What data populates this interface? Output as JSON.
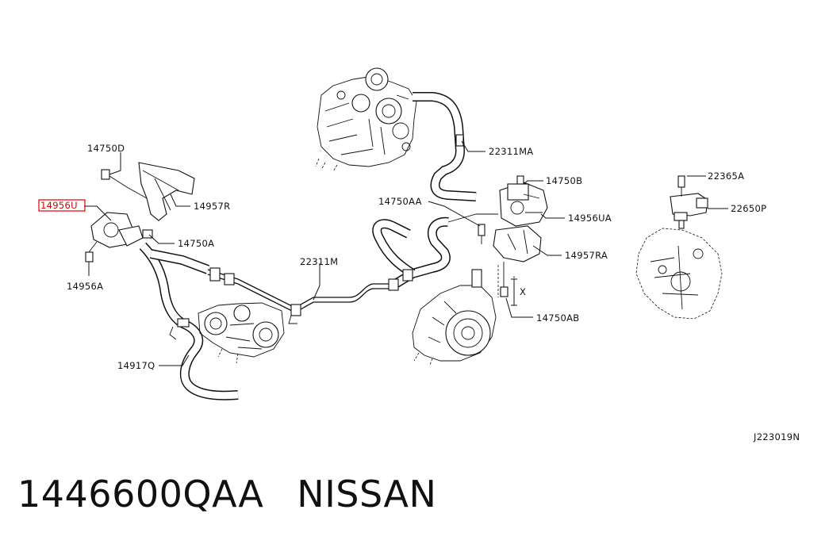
{
  "diagram": {
    "callouts": {
      "c14750D": "14750D",
      "c14956U": "14956U",
      "c14957R": "14957R",
      "c14750A": "14750A",
      "c14956A": "14956A",
      "c14917Q": "14917Q",
      "c22311M": "22311M",
      "c22311MA": "22311MA",
      "c14750AA": "14750AA",
      "c14750B": "14750B",
      "c14956UA": "14956UA",
      "c14957RA": "14957RA",
      "c14750AB": "14750AB",
      "c22365A": "22365A",
      "c22650P": "22650P",
      "dimX": "X"
    },
    "highlighted_part": "14956U",
    "highlight_color": "#e00000",
    "figure_code": "J223019N"
  },
  "caption": {
    "part_number": "1446600QAA",
    "brand": "NISSAN"
  }
}
